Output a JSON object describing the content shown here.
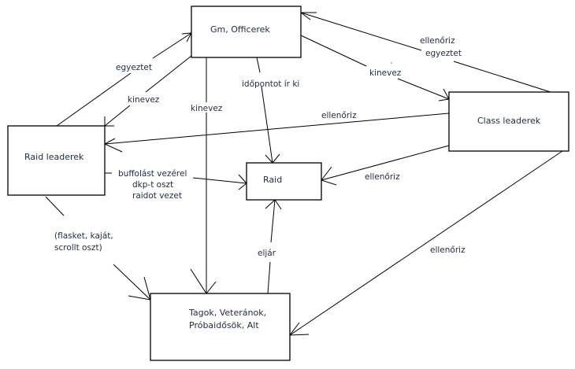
{
  "diagram": {
    "nodes": {
      "gm": {
        "label": "Gm, Officerek"
      },
      "raid_leaders": {
        "label": "Raid leaderek"
      },
      "class_leaders": {
        "label": "Class leaderek"
      },
      "raid": {
        "label": "Raid"
      },
      "members": {
        "lines": [
          "Tagok, Veteránok,",
          "Próbaidősök, Alt"
        ]
      }
    },
    "edges": {
      "raid_leaders_to_gm": {
        "label": "egyeztet"
      },
      "gm_to_raid_leaders": {
        "label": "kinevez"
      },
      "gm_to_members": {
        "label": "kinevez"
      },
      "gm_to_raid": {
        "label": "időpontot ír ki"
      },
      "gm_to_class_leaders": {
        "label": "kinevez"
      },
      "class_leaders_to_gm": {
        "lines": [
          "ellenőriz",
          "egyeztet"
        ]
      },
      "class_leaders_to_raid_leaders": {
        "label": "ellenőriz"
      },
      "class_leaders_to_raid": {
        "label": "ellenőriz"
      },
      "class_leaders_to_members": {
        "label": "ellenőriz"
      },
      "raid_leaders_to_raid": {
        "lines": [
          "buffolást vezérel",
          "dkp-t oszt",
          "raidot vezet"
        ]
      },
      "raid_leaders_to_members": {
        "lines": [
          "(flasket, kaját,",
          "scrollt oszt)"
        ]
      },
      "members_to_raid": {
        "label": "eljár"
      }
    }
  }
}
